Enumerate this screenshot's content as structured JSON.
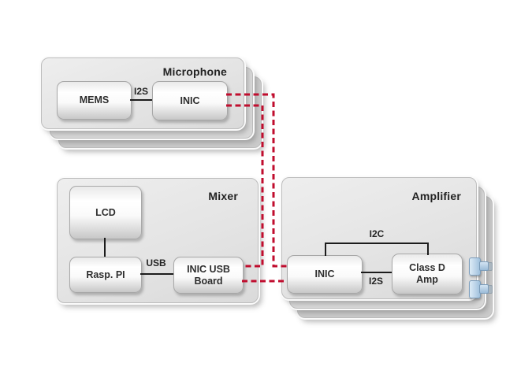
{
  "panels": {
    "microphone": {
      "title": "Microphone",
      "stacked_layers": 3
    },
    "mixer": {
      "title": "Mixer",
      "stacked_layers": 1
    },
    "amplifier": {
      "title": "Amplifier",
      "stacked_layers": 3
    }
  },
  "nodes": {
    "mems": {
      "label": "MEMS"
    },
    "mic_inic": {
      "label": "INIC"
    },
    "lcd": {
      "label": "LCD"
    },
    "rasp_pi": {
      "label": "Rasp. PI"
    },
    "inic_usb_board": {
      "label": "INIC USB Board"
    },
    "amp_inic": {
      "label": "INIC"
    },
    "class_d_amp": {
      "label": "Class D Amp"
    }
  },
  "links": {
    "mic_i2s": {
      "label": "I2S"
    },
    "usb": {
      "label": "USB"
    },
    "i2c": {
      "label": "I2C"
    },
    "amp_i2s": {
      "label": "I2S"
    }
  },
  "network_links": [
    {
      "from": "mic_inic",
      "to": "amp_inic",
      "style": "dashed"
    },
    {
      "from": "mic_inic",
      "to": "inic_usb_board",
      "style": "dashed"
    },
    {
      "from": "inic_usb_board",
      "to": "amp_inic",
      "style": "dashed"
    }
  ],
  "icons": {
    "amp_connectors": {
      "icon": "speaker-terminal-icon",
      "count": 2
    }
  },
  "colors": {
    "dashed_network": "#c00d2e",
    "wire": "#1c1c1c",
    "panel_fill": "#e4e4e4",
    "connector_blue": "#bcd4e9"
  }
}
